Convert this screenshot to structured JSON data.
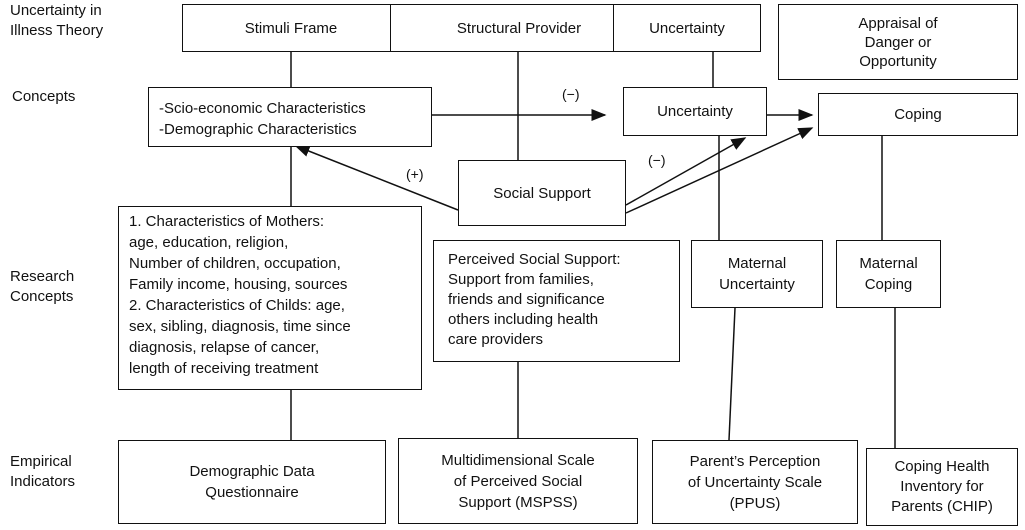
{
  "row_labels": {
    "theory": "Uncertainty in\nIllness Theory",
    "concepts": "Concepts",
    "research": "Research\nConcepts",
    "empirical": "Empirical\nIndicators"
  },
  "theory": {
    "stimuli": "Stimuli Frame",
    "structural": "Structural Provider",
    "uncertainty": "Uncertainty",
    "appraisal": "Appraisal of\nDanger or\nOpportunity"
  },
  "concepts": {
    "characteristics": "-Scio-economic Characteristics\n-Demographic Characteristics",
    "uncertainty": "Uncertainty",
    "coping": "Coping",
    "social_support": "Social Support"
  },
  "research": {
    "mothers": "1. Characteristics of Mothers:\nage, education, religion,\nNumber of children, occupation,\nFamily income, housing, sources\n2. Characteristics of Childs: age,\nsex, sibling, diagnosis, time since\ndiagnosis, relapse of cancer,\nlength of receiving treatment",
    "perceived_support": "Perceived Social Support:\nSupport from families,\nfriends and significance\nothers including health\ncare providers",
    "maternal_uncertainty": "Maternal\nUncertainty",
    "maternal_coping": "Maternal\nCoping"
  },
  "empirical": {
    "demographic": "Demographic Data\nQuestionnaire",
    "mspss": "Multidimensional Scale\nof Perceived Social\nSupport (MSPSS)",
    "ppus": "Parent’s Perception\nof Uncertainty Scale\n(PPUS)",
    "chip": "Coping Health\nInventory for\nParents (CHIP)"
  },
  "relations": {
    "char_to_uncertainty": "(−)",
    "support_to_char": "(+)",
    "support_to_uncertainty": "(−)"
  }
}
